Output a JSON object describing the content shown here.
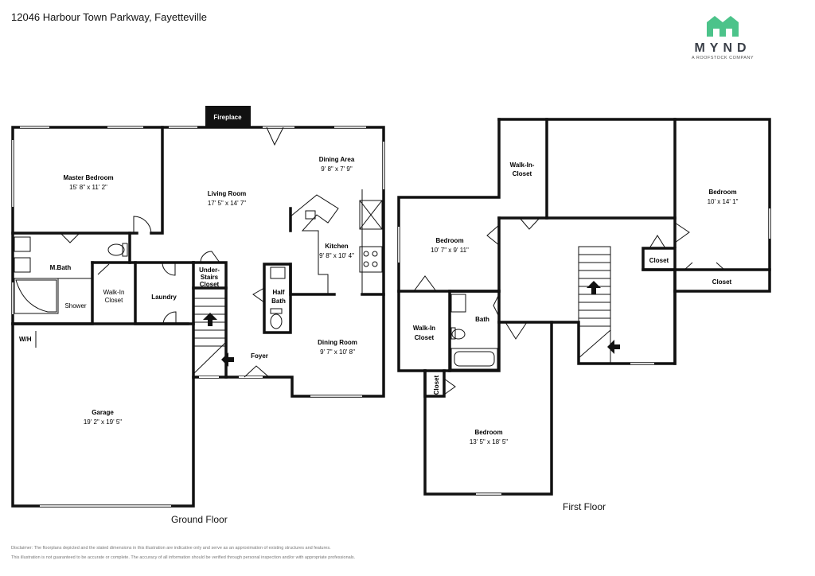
{
  "header": {
    "address": "12046 Harbour Town Parkway, Fayetteville"
  },
  "logo": {
    "word": "MYND",
    "sub": "A ROOFSTOCK COMPANY",
    "color": "#4cc38a"
  },
  "floors": {
    "ground": "Ground Floor",
    "first": "First Floor"
  },
  "ground_rooms": {
    "fireplace": "Fireplace",
    "master_bedroom": {
      "name": "Master Bedroom",
      "dim": "15' 8\" x 11' 2\""
    },
    "living_room": {
      "name": "Living Room",
      "dim": "17' 5\" x 14' 7\""
    },
    "dining_area": {
      "name": "Dining Area",
      "dim": "9' 8\" x 7' 9\""
    },
    "kitchen": {
      "name": "Kitchen",
      "dim": "9' 8\" x 10' 4\""
    },
    "mbath": "M.Bath",
    "shower": "Shower",
    "walkin_closet_a": "Walk-In",
    "walkin_closet_b": "Closet",
    "laundry": "Laundry",
    "under_stairs_a": "Under-",
    "under_stairs_b": "Stairs",
    "under_stairs_c": "Closet",
    "half_bath_a": "Half",
    "half_bath_b": "Bath",
    "dining_room": {
      "name": "Dining Room",
      "dim": "9' 7\" x 10' 8\""
    },
    "foyer": "Foyer",
    "wh": "W/H",
    "garage": {
      "name": "Garage",
      "dim": "19' 2\" x 19' 5\""
    }
  },
  "first_rooms": {
    "walkin_closet_a": "Walk-In-",
    "walkin_closet_b": "Closet",
    "bedroom_ne": {
      "name": "Bedroom",
      "dim": "10' x 14' 1\""
    },
    "bedroom_w": {
      "name": "Bedroom",
      "dim": "10' 7\" x 9' 11\""
    },
    "closet_1": "Closet",
    "closet_2": "Closet",
    "walkin_closet2_a": "Walk-In",
    "walkin_closet2_b": "Closet",
    "bath": "Bath",
    "closet_v": "Closet",
    "bedroom_s": {
      "name": "Bedroom",
      "dim": "13' 5\" x 18' 5\""
    }
  },
  "disclaimer": {
    "line1": "Disclaimer: The floorplans depicted and the stated dimensions in this illustration are indicative only and serve as an approximation of existing structures and features.",
    "line2": "This illustration is not guaranteed to be accurate or complete. The accuracy of all information should be verified through personal inspection and/or with appropriate professionals."
  }
}
